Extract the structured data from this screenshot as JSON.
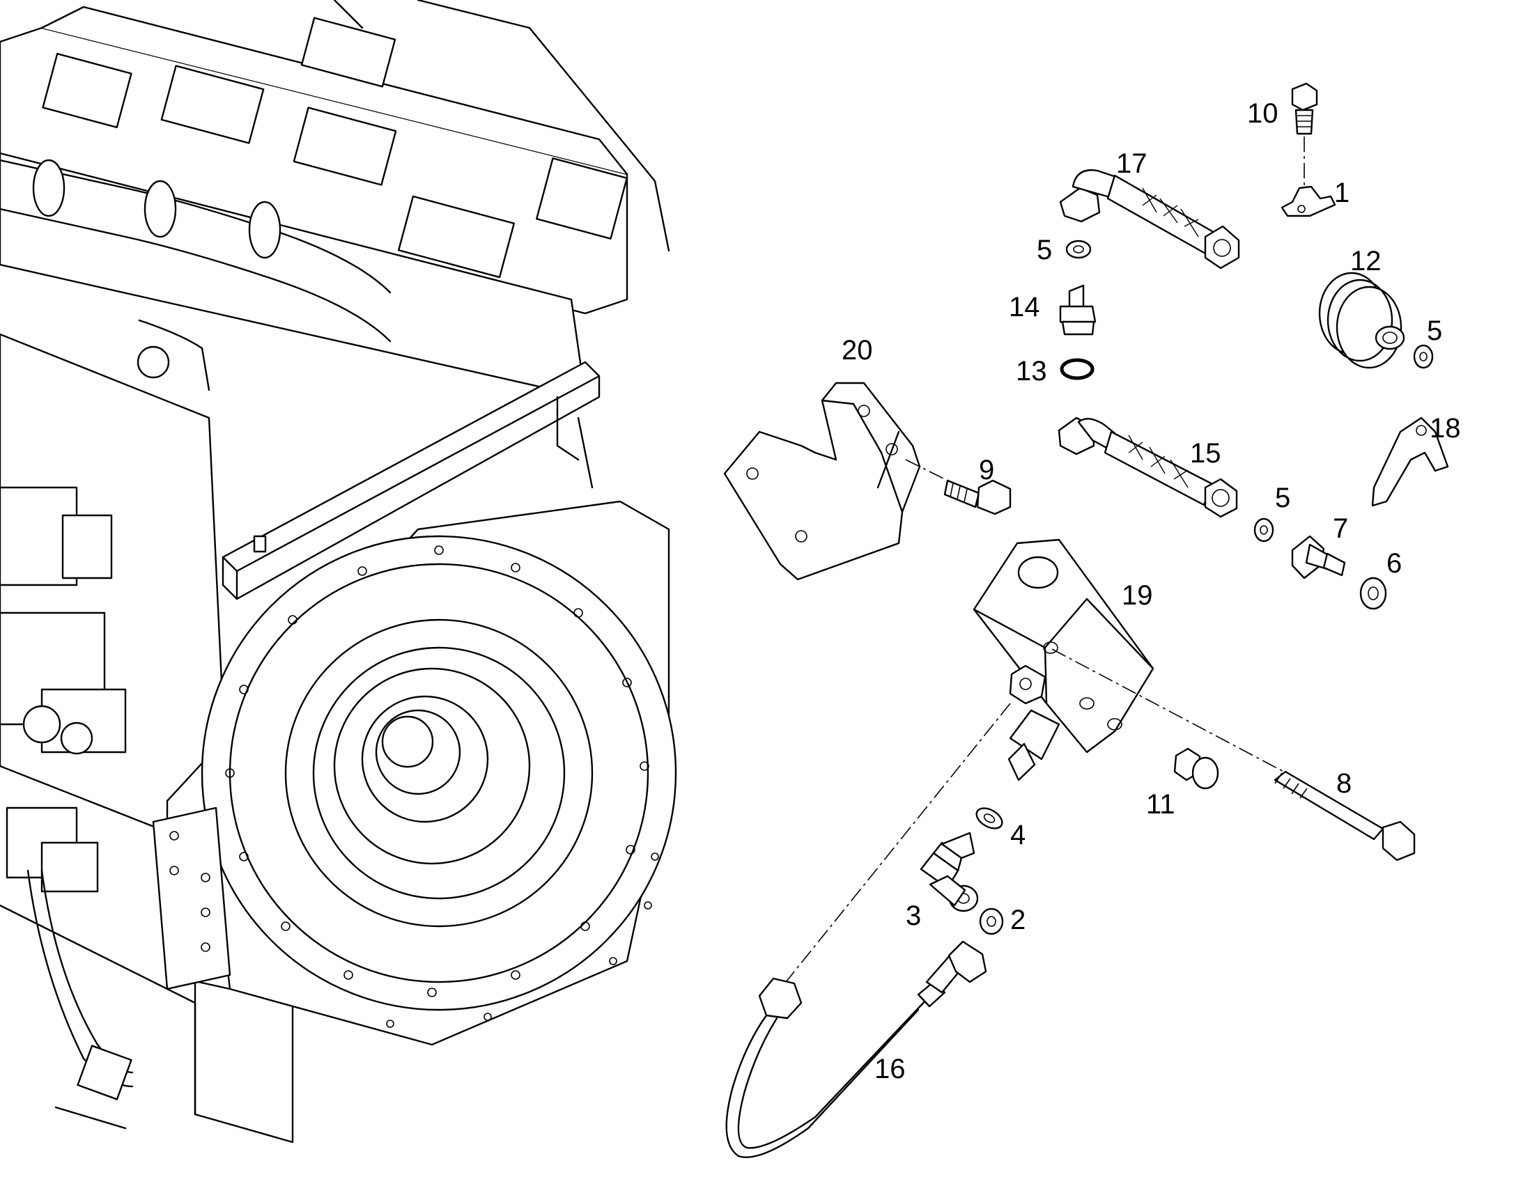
{
  "diagram": {
    "type": "exploded-parts-view",
    "line_color": "#000000",
    "background": "#ffffff",
    "callouts": {
      "c1": "1",
      "c2": "2",
      "c3": "3",
      "c4": "4",
      "c5a": "5",
      "c5b": "5",
      "c5c": "5",
      "c6": "6",
      "c7": "7",
      "c8": "8",
      "c9": "9",
      "c10": "10",
      "c11": "11",
      "c12": "12",
      "c13": "13",
      "c14": "14",
      "c15": "15",
      "c16": "16",
      "c17": "17",
      "c18": "18",
      "c19": "19",
      "c20": "20"
    }
  }
}
